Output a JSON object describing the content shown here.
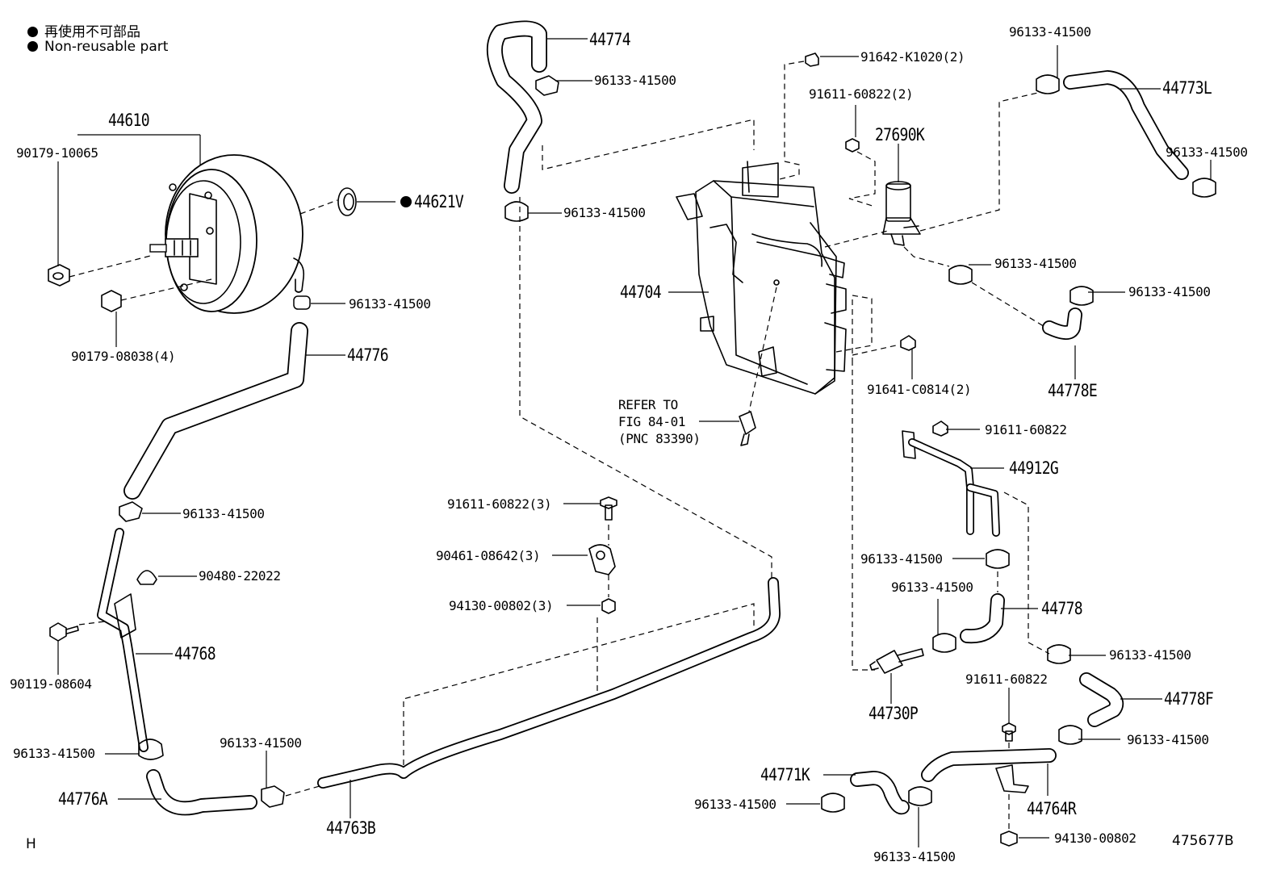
{
  "legend": {
    "non_reusable_jp": "再使用不可部品",
    "non_reusable_en": "Non-reusable part"
  },
  "labels": {
    "l44610": "44610",
    "l9017910065": "90179-10065",
    "l44621v": "44621V",
    "l9017908038": "90179-08038(4)",
    "c_booster": "96133-41500",
    "l44776": "44776",
    "c_44776": "96133-41500",
    "l9048022022": "90480-22022",
    "l9011908604": "90119-08604",
    "l44768": "44768",
    "c_44776a": "96133-41500",
    "l44776a": "44776A",
    "c_44763b": "96133-41500",
    "l44763b": "44763B",
    "l44774": "44774",
    "c_44774a": "96133-41500",
    "c_44774b": "96133-41500",
    "l9161160822_3": "91611-60822(3)",
    "l9046108642_3": "90461-08642(3)",
    "l9413000802_3": "94130-00802(3)",
    "l44704": "44704",
    "refer1": "REFER TO",
    "refer2": "FIG 84-01",
    "refer3": "(PNC 83390)",
    "l91642k1020": "91642-K1020(2)",
    "l9161160822_2": "91611-60822(2)",
    "l27690k": "27690K",
    "l91641c0814": "91641-C0814(2)",
    "c_44773l_a": "96133-41500",
    "l44773l": "44773L",
    "c_44773l_b": "96133-41500",
    "c_44778e_a": "96133-41500",
    "c_44778e_b": "96133-41500",
    "l44778e": "44778E",
    "l9161160822_b": "91611-60822",
    "l44912g": "44912G",
    "c_44778_a": "96133-41500",
    "c_44778_b": "96133-41500",
    "l44778": "44778",
    "c_44778_c": "96133-41500",
    "l44730p": "44730P",
    "l9161160822_c": "91611-60822",
    "l44778f": "44778F",
    "c_44778f": "96133-41500",
    "l44771k": "44771K",
    "c_44771k_a": "96133-41500",
    "c_44771k_b": "96133-41500",
    "l44764r": "44764R",
    "l9413000802": "94130-00802"
  },
  "corner": {
    "left": "H",
    "right": "475677B"
  }
}
